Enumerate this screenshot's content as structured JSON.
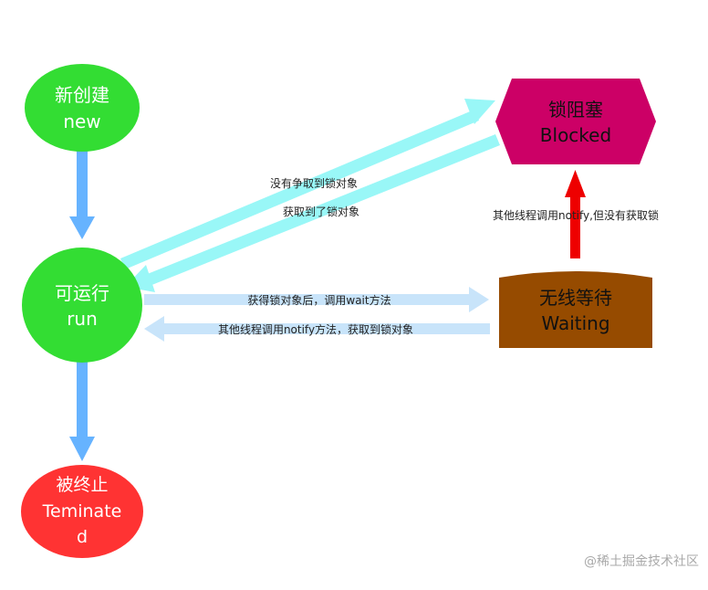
{
  "nodes": {
    "new": {
      "line1": "新创建",
      "line2": "new",
      "color": "#33dd33"
    },
    "runnable": {
      "line1": "可运行",
      "line2": "run",
      "color": "#33dd33"
    },
    "terminated": {
      "line1": "被终止",
      "line2": "Teminate",
      "line3": "d",
      "color": "#ff3333"
    },
    "blocked": {
      "line1": "锁阻塞",
      "line2": "Blocked",
      "color": "#cc0066"
    },
    "waiting": {
      "line1": "无线等待",
      "line2": "Waiting",
      "color": "#964b00"
    }
  },
  "edges": {
    "run_to_blocked": "没有争取到锁对象",
    "blocked_to_run": "获取到了锁对象",
    "waiting_to_blocked": "其他线程调用notify,但没有获取锁",
    "run_to_waiting": "获得锁对象后，调用wait方法",
    "waiting_to_run": "其他线程调用notify方法，获取到锁对象"
  },
  "watermark": "@稀土掘金技术社区",
  "colors": {
    "vertical_arrow": "#66b3ff",
    "cyan_arrow": "#99f7f7",
    "light_arrow": "#c8e4fa",
    "red_arrow": "#ee0000"
  }
}
